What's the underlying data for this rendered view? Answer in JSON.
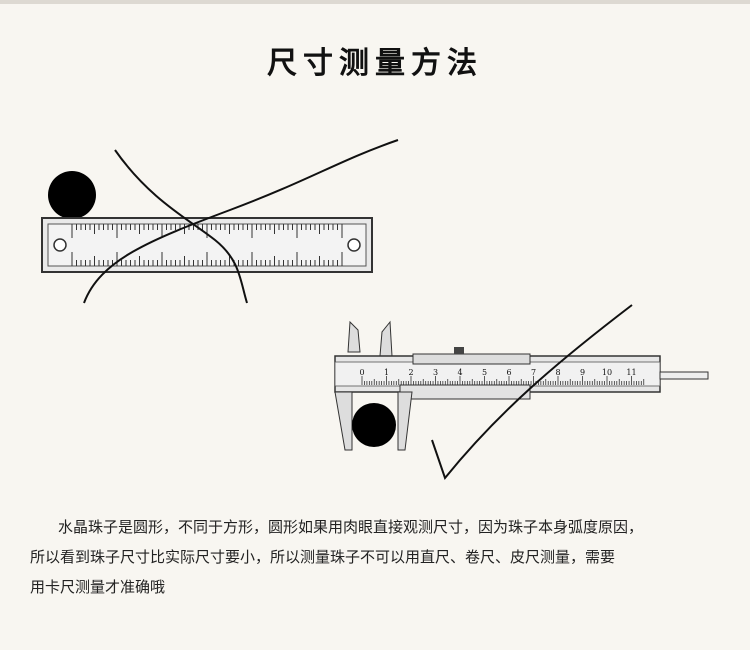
{
  "title": "尺寸测量方法",
  "ruler": {
    "marks": "wrong"
  },
  "caliper": {
    "scale_labels": [
      "0",
      "1",
      "2",
      "3",
      "4",
      "5",
      "6",
      "7",
      "8",
      "9",
      "10",
      "11"
    ],
    "marks": "correct"
  },
  "description": [
    "水晶珠子是圆形，不同于方形，圆形如果用肉眼直接观测尺寸，因为珠子本身弧度原因，",
    "所以看到珠子尺寸比实际尺寸要小，所以测量珠子不可以用直尺、卷尺、皮尺测量，需要",
    "用卡尺测量才准确哦"
  ]
}
